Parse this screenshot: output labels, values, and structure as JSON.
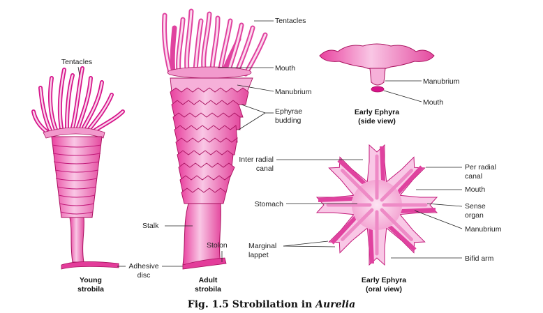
{
  "figure": {
    "caption_prefix": "Fig. 1.5  Strobilation in ",
    "caption_genus": "Aurelia"
  },
  "colors": {
    "body_pink": "#f07cc0",
    "light_pink": "#f9c8e6",
    "deep_magenta": "#d6148a",
    "outline": "#a8105e"
  },
  "young_strobila": {
    "caption_line1": "Young",
    "caption_line2": "strobila",
    "tentacles_label": "Tentacles",
    "adhesive_label_line1": "Adhesive",
    "adhesive_label_line2": "disc"
  },
  "adult_strobila": {
    "caption_line1": "Adult",
    "caption_line2": "strobila",
    "tentacles_label": "Tentacles",
    "mouth_label": "Mouth",
    "manubrium_label": "Manubrium",
    "ephyrae_label_line1": "Ephyrae",
    "ephyrae_label_line2": "budding",
    "stalk_label": "Stalk",
    "stolon_label": "Stolon"
  },
  "early_ephyra_side": {
    "caption_line1": "Early Ephyra",
    "caption_line2": "(side view)",
    "manubrium_label": "Manubrium",
    "mouth_label": "Mouth"
  },
  "early_ephyra_oral": {
    "caption_line1": "Early Ephyra",
    "caption_line2": "(oral view)",
    "interradial_line1": "Inter radial",
    "interradial_line2": "canal",
    "stomach_label": "Stomach",
    "marginal_line1": "Marginal",
    "marginal_line2": "lappet",
    "perradial_line1": "Per radial",
    "perradial_line2": "canal",
    "mouth_label": "Mouth",
    "sense_line1": "Sense",
    "sense_line2": "organ",
    "manubrium_label": "Manubrium",
    "bifid_label": "Bifid arm"
  }
}
